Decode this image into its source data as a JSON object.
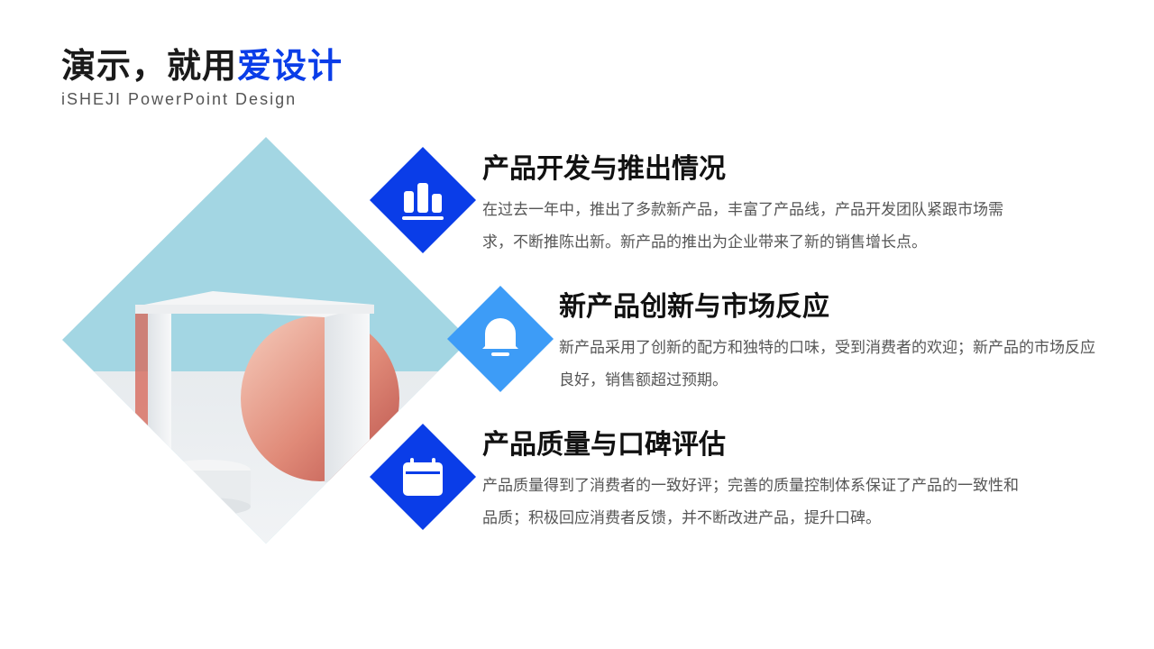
{
  "header": {
    "title_main": "演示，就用",
    "title_accent": "爱设计",
    "subtitle": "iSHEJI PowerPoint Design"
  },
  "colors": {
    "accent_blue": "#0a3de8",
    "light_blue": "#3d9cf7",
    "sky": "#a3d6e3"
  },
  "sections": [
    {
      "icon": "bar-chart-icon",
      "title": "产品开发与推出情况",
      "text": "在过去一年中，推出了多款新产品，丰富了产品线，产品开发团队紧跟市场需求，不断推陈出新。新产品的推出为企业带来了新的销售增长点。"
    },
    {
      "icon": "bell-icon",
      "title": "新产品创新与市场反应",
      "text": "新产品采用了创新的配方和独特的口味，受到消费者的欢迎；新产品的市场反应良好，销售额超过预期。"
    },
    {
      "icon": "calendar-icon",
      "title": "产品质量与口碑评估",
      "text": "产品质量得到了消费者的一致好评；完善的质量控制体系保证了产品的一致性和品质；积极回应消费者反馈，并不断改进产品，提升口碑。"
    }
  ]
}
